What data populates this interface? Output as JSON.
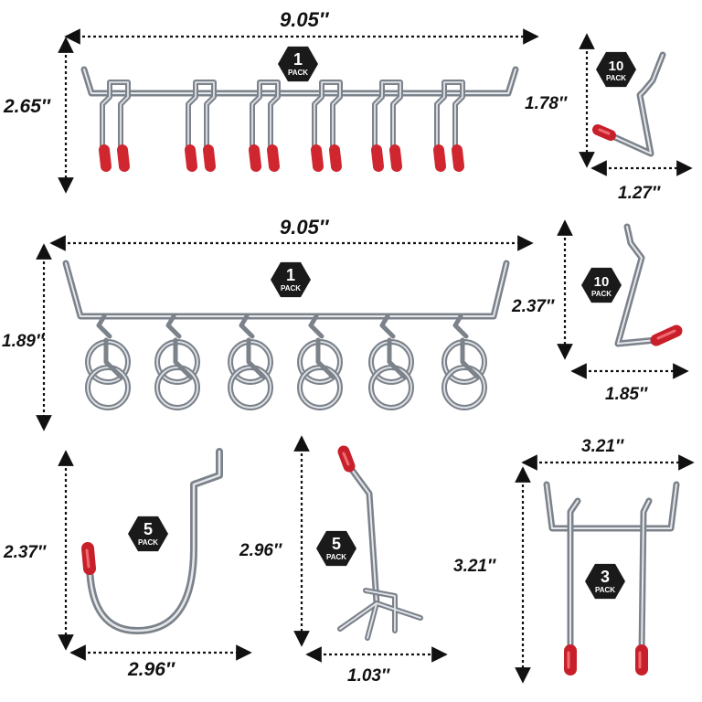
{
  "products": [
    {
      "name": "six-double-hook-strip",
      "pack": {
        "count": "1",
        "label": "PACK"
      },
      "dims": {
        "width": "9.05″",
        "height": "2.65″"
      }
    },
    {
      "name": "small-single-hook",
      "pack": {
        "count": "10",
        "label": "PACK"
      },
      "dims": {
        "height": "1.78″",
        "width": "1.27″"
      }
    },
    {
      "name": "ring-hook-strip",
      "pack": {
        "count": "1",
        "label": "PACK"
      },
      "dims": {
        "width": "9.05″",
        "height": "1.89″"
      }
    },
    {
      "name": "angled-single-hook",
      "pack": {
        "count": "10",
        "label": "PACK"
      },
      "dims": {
        "height": "2.37″",
        "width": "1.85″"
      }
    },
    {
      "name": "j-hook",
      "pack": {
        "count": "5",
        "label": "PACK"
      },
      "dims": {
        "height": "2.37″",
        "width": "2.96″"
      }
    },
    {
      "name": "straight-tool-hook",
      "pack": {
        "count": "5",
        "label": "PACK"
      },
      "dims": {
        "height": "2.96″",
        "width": "1.03″"
      }
    },
    {
      "name": "double-prong-hook",
      "pack": {
        "count": "3",
        "label": "PACK"
      },
      "dims": {
        "width": "3.21″",
        "height": "3.21″"
      }
    }
  ],
  "colors": {
    "metal": "#8a8f96",
    "metal_light": "#dfe3e8",
    "tip": "#d0262f",
    "badge": "#1a1a1a"
  }
}
